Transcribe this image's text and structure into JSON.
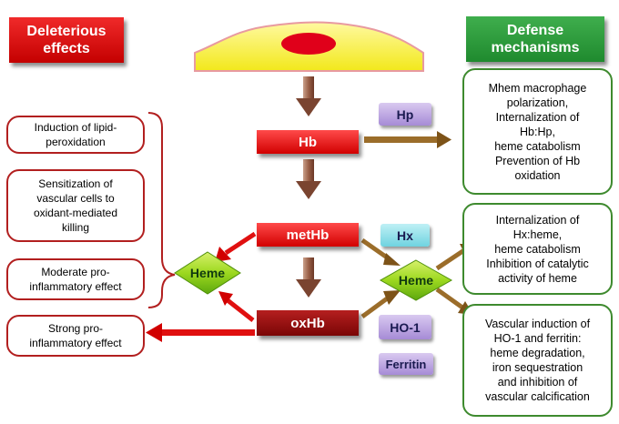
{
  "headers": {
    "deleterious": "Deleterious\neffects",
    "defense": "Defense\nmechanisms"
  },
  "nodes": {
    "hb": "Hb",
    "methb": "metHb",
    "oxhb": "oxHb",
    "heme_left": "Heme",
    "heme_right": "Heme"
  },
  "tags": {
    "hp": "Hp",
    "hx": "Hx",
    "ho1": "HO-1",
    "ferritin": "Ferritin"
  },
  "deleterious_effects": [
    "Induction of lipid-\nperoxidation",
    "Sensitization of\nvascular cells to\noxidant-mediated\nkilling",
    "Moderate pro-\ninflammatory effect",
    "Strong pro-\ninflammatory effect"
  ],
  "defense_mechanisms": [
    "Mhem macrophage\npolarization,\nInternalization of\nHb:Hp,\nheme catabolism\nPrevention of Hb\noxidation",
    "Internalization of\nHx:heme,\nheme catabolism\nInhibition of catalytic\nactivity of heme",
    "Vascular induction of\nHO-1 and ferritin:\nheme degradation,\niron sequestration\nand inhibition of\nvascular calcification"
  ],
  "colors": {
    "red": "#d10000",
    "dark_red": "#7a0606",
    "green": "#1f8a2e",
    "arrow_brown": "#8b5a3c",
    "arrow_olive": "#9b6d2a",
    "cell_yellow": "#f5ee2a",
    "nucleus_red": "#e0001a",
    "diamond_green": "#8fd21e"
  }
}
